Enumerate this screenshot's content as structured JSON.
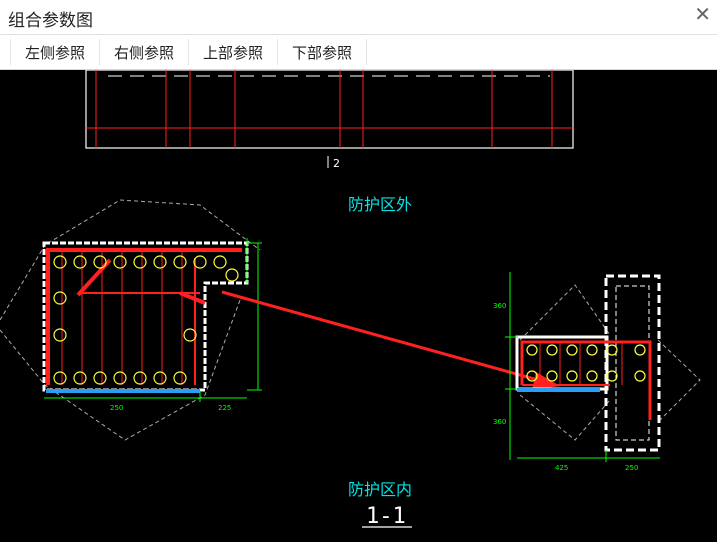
{
  "window": {
    "title": "组合参数图",
    "close_glyph": "✕"
  },
  "toolbar": {
    "buttons": [
      {
        "label": "左侧参照"
      },
      {
        "label": "右侧参照"
      },
      {
        "label": "上部参照"
      },
      {
        "label": "下部参照"
      }
    ]
  },
  "drawing": {
    "top_marker": "2",
    "outside_label": "防护区外",
    "inside_label": "防护区内",
    "section_label": "1-1",
    "left_dim_bottom_a": "250",
    "left_dim_bottom_b": "225",
    "right_dim_left_top": "360",
    "right_dim_left_bottom": "360",
    "right_dim_bottom_a": "425",
    "right_dim_bottom_b": "250",
    "colors": {
      "rebar": "#ff2020",
      "outline": "#ffffff",
      "dimension": "#00ff00",
      "label": "#00e5e5",
      "numerals": "#ffff40",
      "base": "#2a9df4"
    }
  }
}
